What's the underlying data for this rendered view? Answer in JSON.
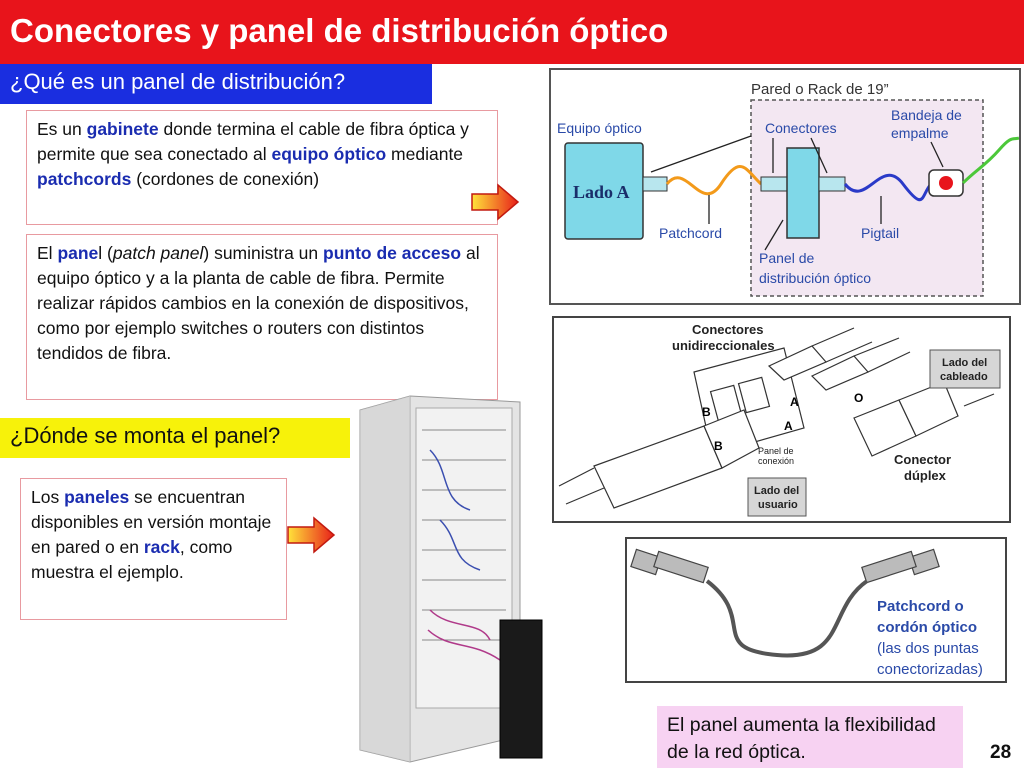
{
  "title": "Conectores y panel de distribución óptico",
  "section1": {
    "heading": "¿Qué es un panel de distribución?",
    "p1": [
      {
        "t": "Es un "
      },
      {
        "t": "gabinete",
        "hl": true
      },
      {
        "t": " donde termina el cable de fibra óptica y permite que sea conectado al "
      },
      {
        "t": "equipo óptico",
        "hl": true
      },
      {
        "t": " mediante "
      },
      {
        "t": "patchcords",
        "hl": true
      },
      {
        "t": " (cordones de conexión)"
      }
    ],
    "p2": [
      {
        "t": "El "
      },
      {
        "t": "pane",
        "hl": true
      },
      {
        "t": "l ("
      },
      {
        "t": "patch panel",
        "it": true
      },
      {
        "t": ") suministra un "
      },
      {
        "t": "punto de acceso",
        "hl": true
      },
      {
        "t": " al equipo óptico y a la planta de cable de fibra. Permite realizar rápidos cambios en la conexión de dispositivos, como por ejemplo switches o routers con distintos tendidos de fibra."
      }
    ]
  },
  "section2": {
    "heading": "¿Dónde se monta el panel?",
    "p3": [
      {
        "t": "Los "
      },
      {
        "t": "paneles",
        "hl": true
      },
      {
        "t": " se encuentran disponibles en versión montaje en pared o en "
      },
      {
        "t": "rack",
        "hl": true
      },
      {
        "t": ", como muestra el ejemplo."
      }
    ]
  },
  "diagram1": {
    "wall_label": "Pared o Rack de 19”",
    "equipo_label": "Equipo óptico",
    "lado_label": "Lado A",
    "conectores_label": "Conectores",
    "bandeja_label": [
      "Bandeja de",
      "empalme"
    ],
    "patchcord_label": "Patchcord",
    "pigtail_label": "Pigtail",
    "panel_label": [
      "Panel de",
      "distribución óptico"
    ]
  },
  "diagram2": {
    "conectores_label": [
      "Conectores",
      "unidireccionales"
    ],
    "lado_cableado": [
      "Lado del",
      "cableado"
    ],
    "conector_duplex": [
      "Conector",
      "dúplex"
    ],
    "lado_usuario": [
      "Lado del",
      "usuario"
    ],
    "panel_conexion": [
      "Panel de",
      "conexión"
    ],
    "letters": {
      "b1": "B",
      "a1": "A",
      "b2": "B",
      "a2": "A",
      "o": "O"
    }
  },
  "diagram3": {
    "label": [
      "Patchcord o",
      "cordón óptico",
      "(las dos puntas",
      "conectorizadas)"
    ]
  },
  "note": "El panel aumenta la flexibilidad de la red óptica.",
  "page_number": "28",
  "colors": {
    "title_bg": "#e8141b",
    "q1_bg": "#1a2ee0",
    "q2_bg": "#f7f20a",
    "highlight": "#1a2cb0",
    "note_bg": "#f7d2f2"
  }
}
